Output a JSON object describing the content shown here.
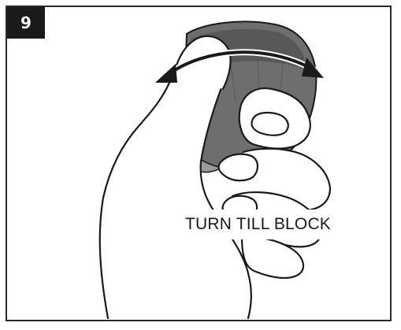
{
  "step": {
    "number": "9"
  },
  "instruction": {
    "text": "TURN TILL BLOCK"
  },
  "illustration": {
    "subject": "hand rotating dial cap",
    "arrow_direction": "both ways",
    "colors": {
      "line": "#1a1a1a",
      "cap_fill": "#6e6e6e",
      "cap_shade": "#555555",
      "skin": "#ffffff",
      "panel_border": "#2a2a2a"
    }
  }
}
